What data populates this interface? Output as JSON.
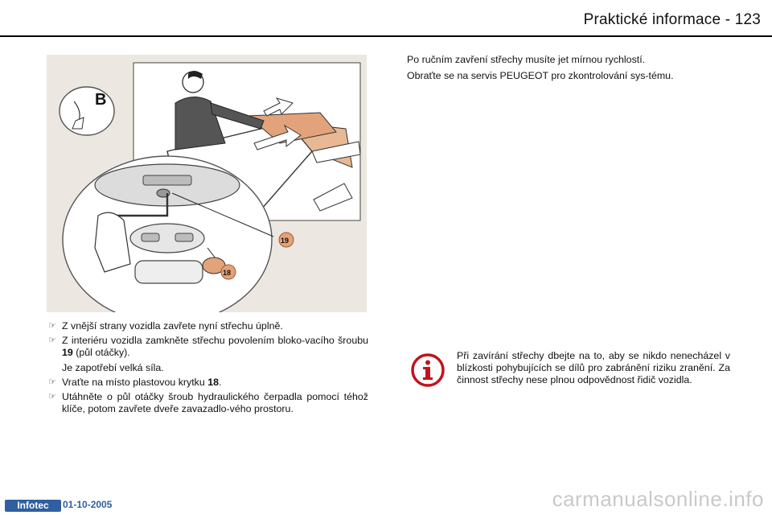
{
  "header": {
    "title": "Praktické informace - 123"
  },
  "illustration": {
    "callout_letter": "B",
    "label_19": "19",
    "label_18": "18"
  },
  "left": {
    "bullet_mark": "☞",
    "b1": "Z vnější strany vozidla zavřete nyní střechu úplně.",
    "b2_pre": "Z interiéru vozidla zamkněte střechu povolením bloko-vacího šroubu ",
    "b2_bold": "19",
    "b2_post": " (půl otáčky).",
    "b2_note": "Je zapotřebí velká síla.",
    "b3_pre": "Vraťte na místo plastovou krytku ",
    "b3_bold": "18",
    "b3_post": ".",
    "b4": "Utáhněte o půl otáčky šroub hydraulického čerpadla pomocí téhož klíče, potom zavřete dveře zavazadlo-vého prostoru."
  },
  "right": {
    "p1": "Po ručním zavření střechy musíte jet mírnou rychlostí.",
    "p2": "Obraťte se na servis PEUGEOT pro zkontrolování sys-tému."
  },
  "info": {
    "text": "Při zavírání střechy dbejte na to, aby se nikdo nenecházel v blízkosti pohybujících se dílů pro zabránění riziku zranění. Za činnost střechy nese plnou odpovědnost řidič vozidla.",
    "icon_color": "#c0141c"
  },
  "footer": {
    "badge": "Infotec",
    "date": "01-10-2005",
    "watermark": "carmanualsonline.info"
  }
}
